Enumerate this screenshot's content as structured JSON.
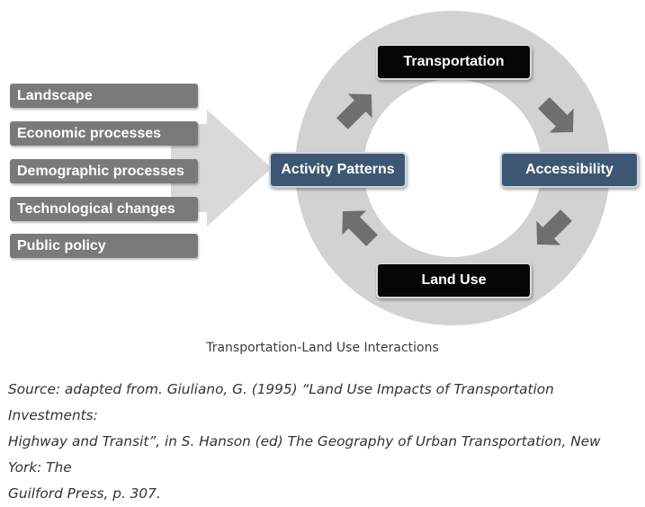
{
  "diagram": {
    "factors": [
      "Landscape",
      "Economic processes",
      "Demographic processes",
      "Technological changes",
      "Public policy"
    ],
    "nodes": {
      "transportation": "Transportation",
      "accessibility": "Accessibility",
      "land_use": "Land Use",
      "activity_patterns": "Activity Patterns"
    },
    "colors": {
      "ring": "#d2d2d2",
      "big_arrow": "#d9d9d9",
      "factor_box": "#7a7a7a",
      "cycle_arrow": "#6f6f6f",
      "node_dark": "#060606",
      "node_blue": "#3d5773"
    }
  },
  "caption": "Transportation-Land Use Interactions",
  "source": {
    "line1": "Source: adapted from. Giuliano, G. (1995) “Land Use Impacts of Transportation Investments:",
    "line2": "Highway and Transit”, in S. Hanson (ed) The Geography of Urban Transportation, New York: The",
    "line3": "Guilford Press, p. 307."
  }
}
